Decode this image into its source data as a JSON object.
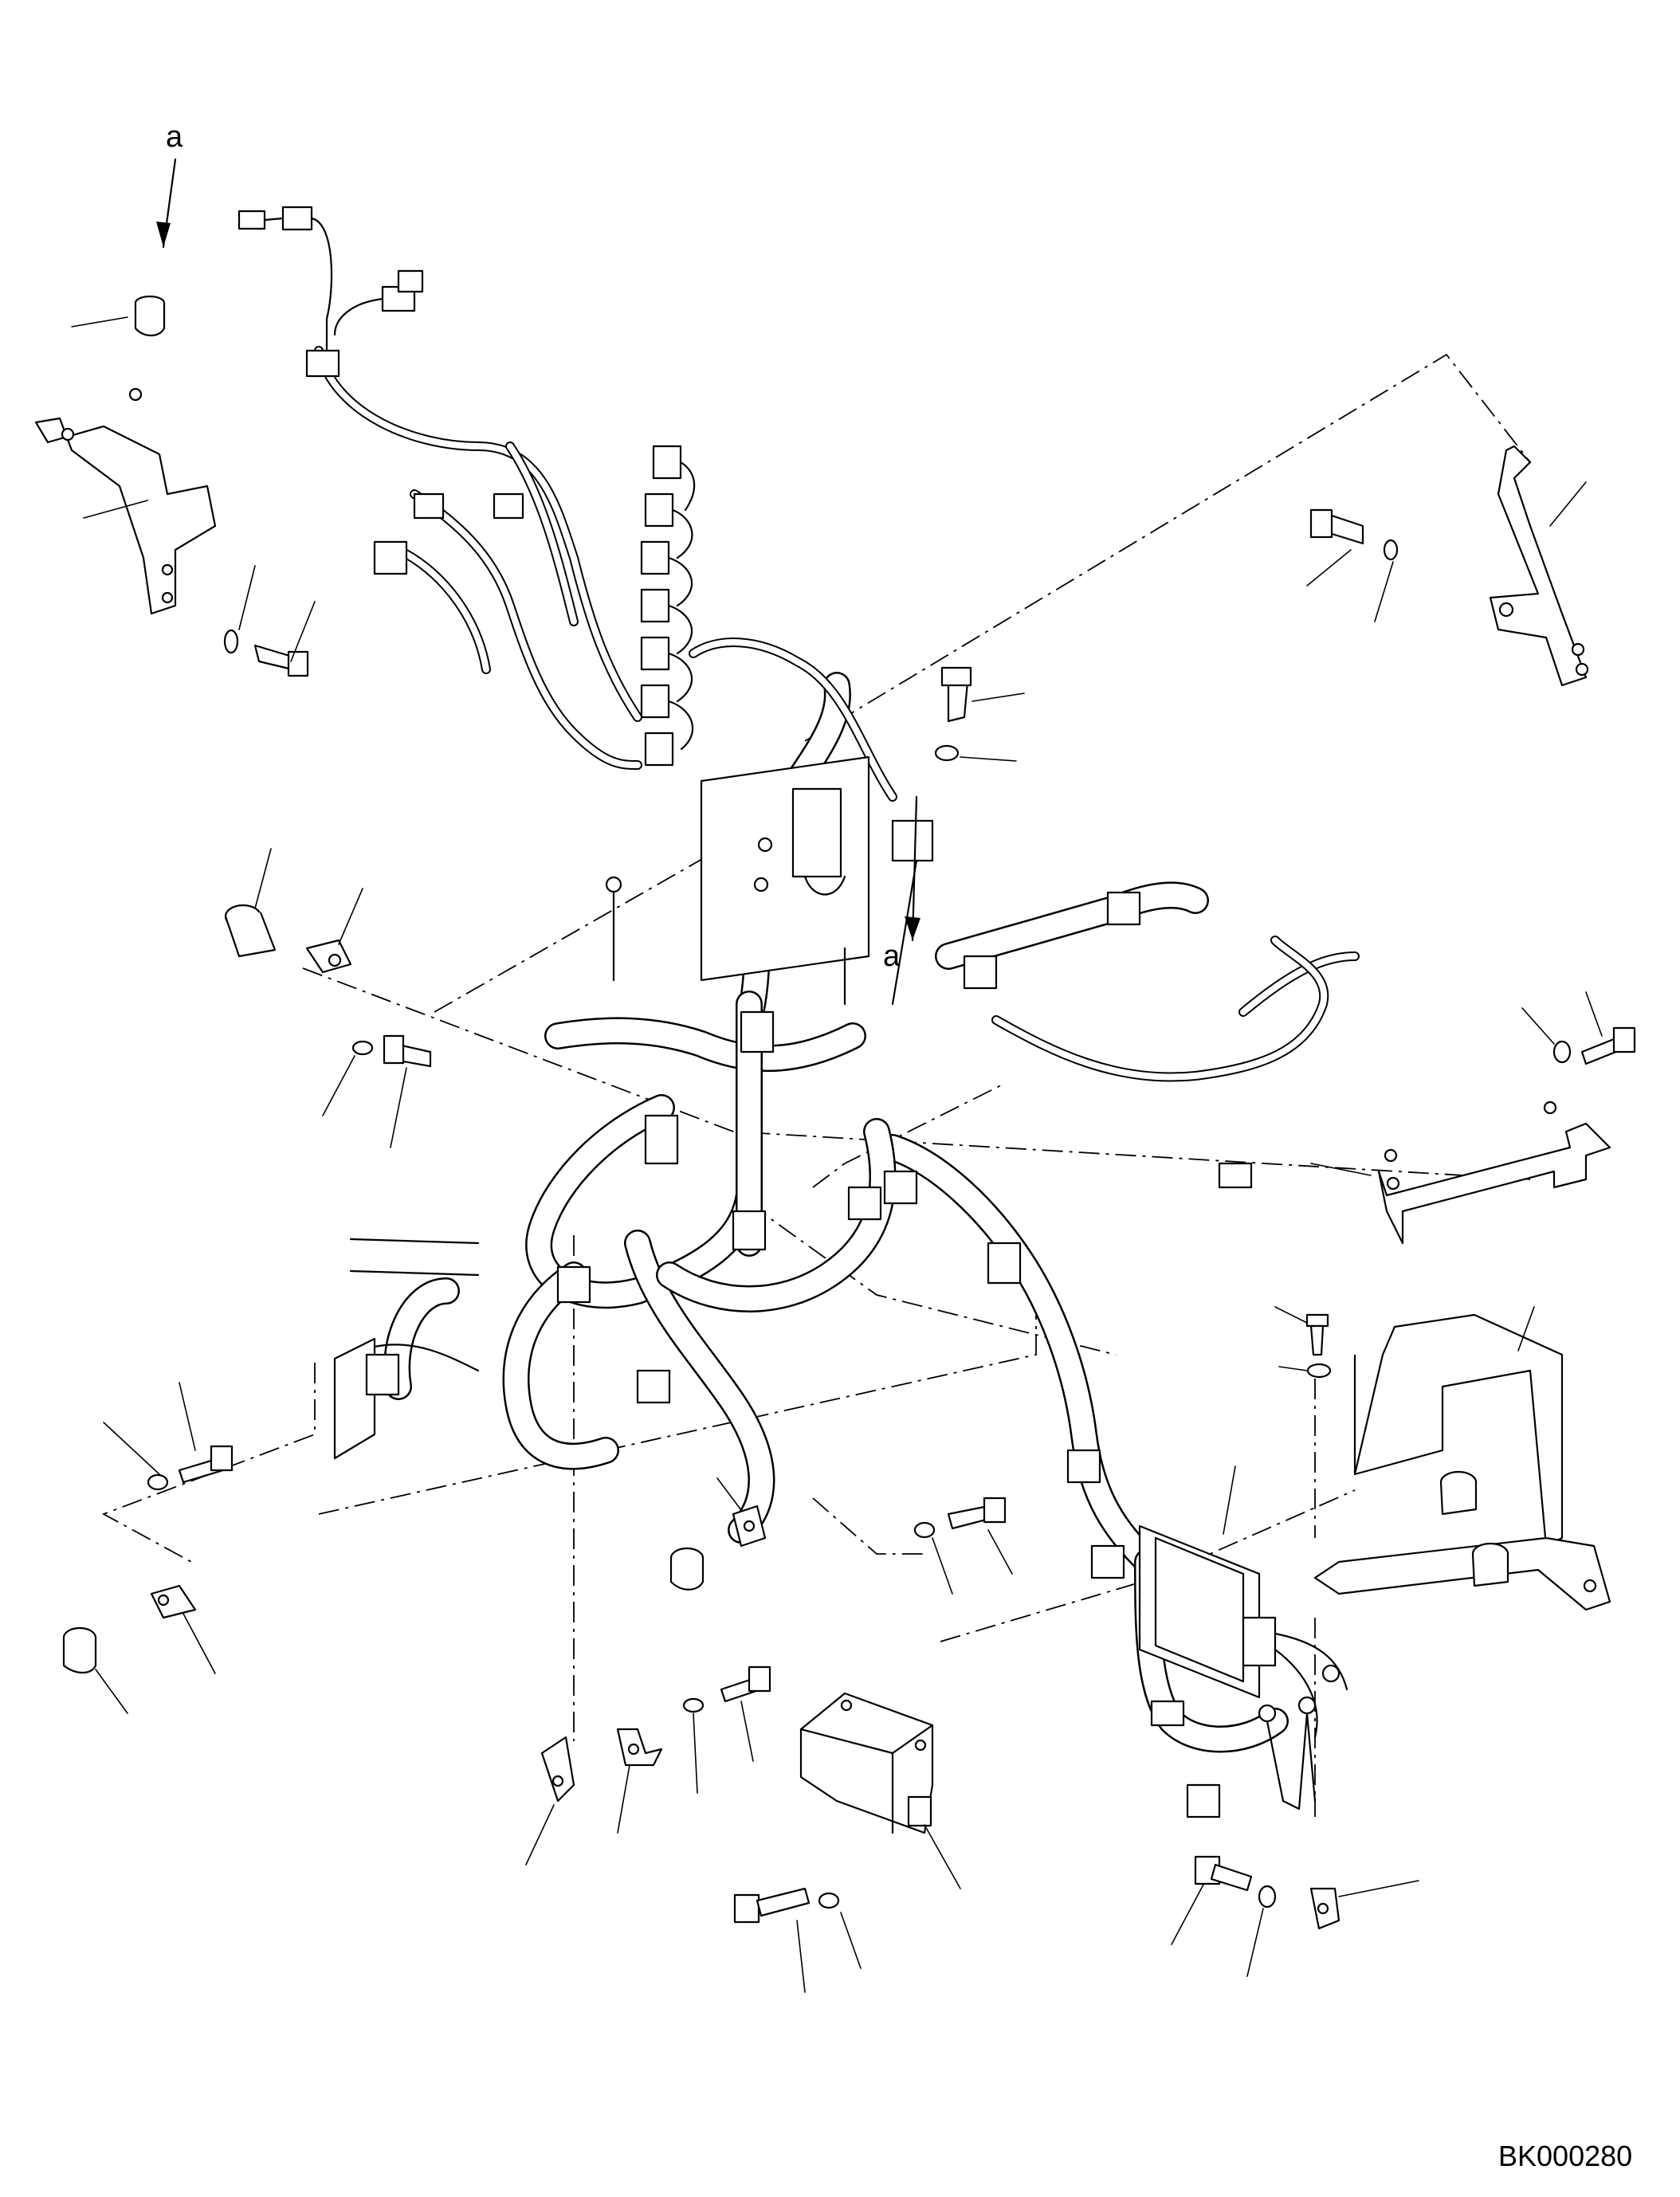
{
  "view_arrow_labels": [
    "a",
    "a"
  ],
  "drawing_code": "BK000280"
}
